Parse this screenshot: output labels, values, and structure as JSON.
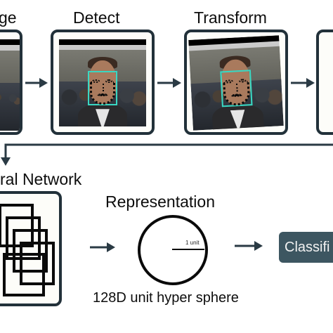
{
  "pipeline": {
    "stages": [
      {
        "label": "ge"
      },
      {
        "label": "Detect"
      },
      {
        "label": "Transform"
      }
    ]
  },
  "network": {
    "label": "ral Network"
  },
  "representation": {
    "label": "Representation",
    "unit_label": "1 unit",
    "caption": "128D unit hyper sphere"
  },
  "classify": {
    "label": "Classifi"
  },
  "colors": {
    "frame_border": "#22313a",
    "landmark_box": "#39d7c2",
    "classify_fill": "#3d5661",
    "arrow": "#2a3a44"
  }
}
